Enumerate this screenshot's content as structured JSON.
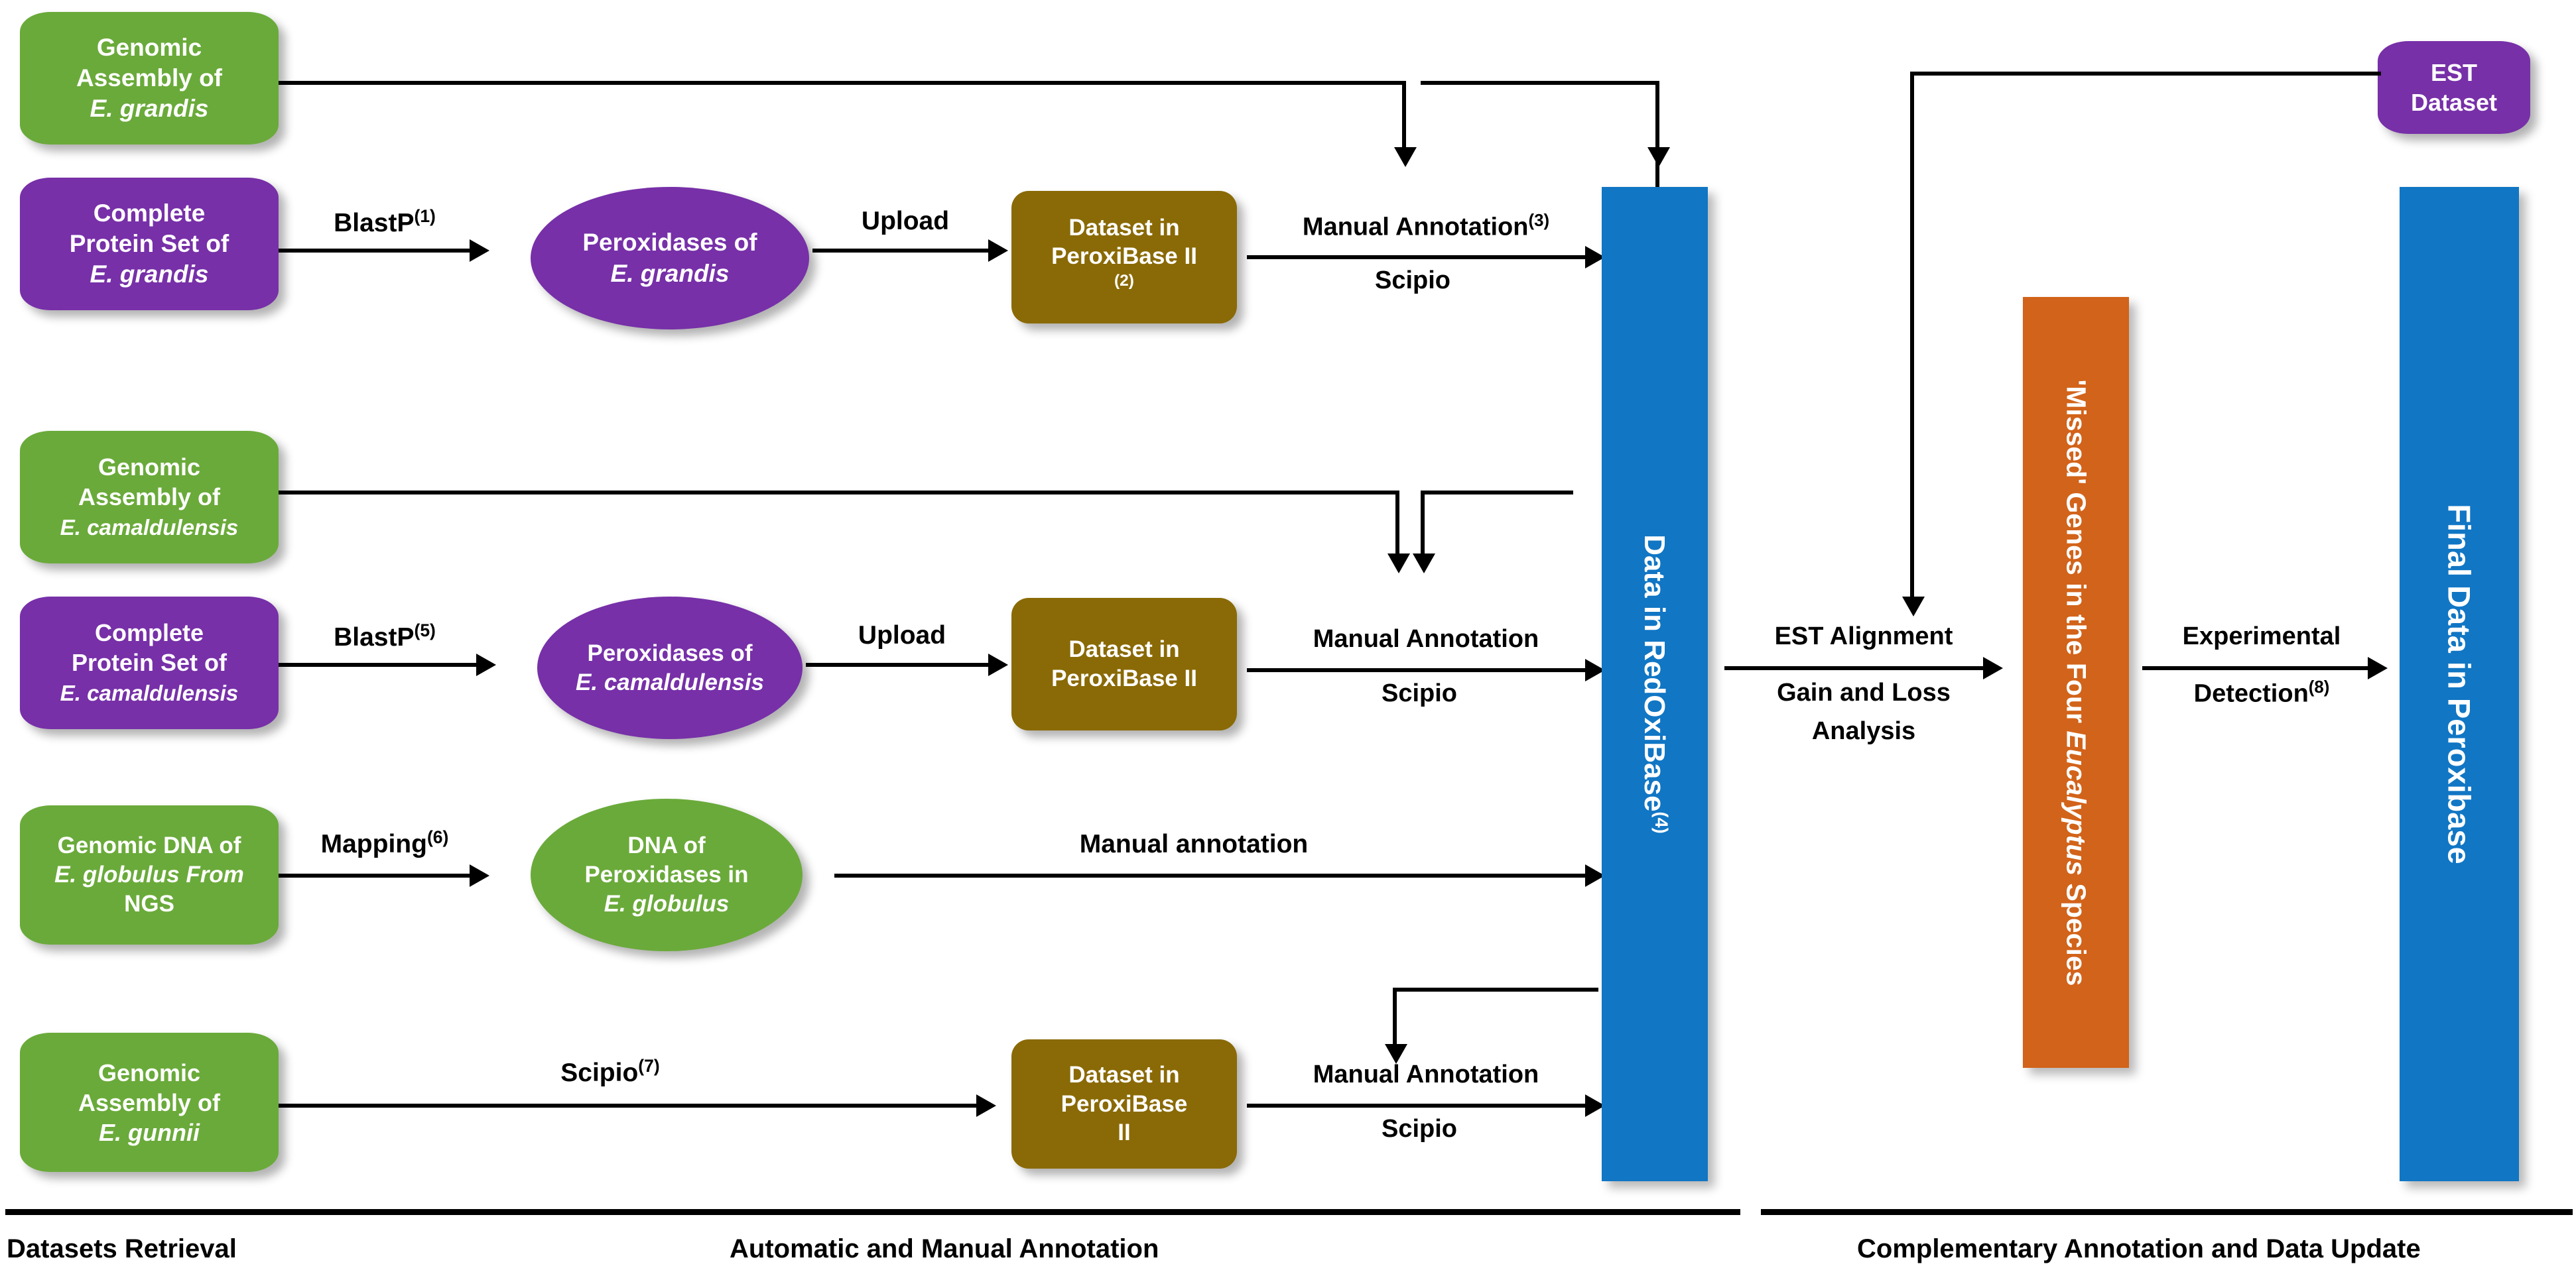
{
  "title": "Eucalyptus peroxidase annotation workflow",
  "colors": {
    "green": "#6aaa3a",
    "purple": "#7730a8",
    "brown": "#8a6a06",
    "blue": "#1176c4",
    "orange": "#d2631a",
    "line": "#000000",
    "text_on_fill": "#ffffff"
  },
  "nodes": {
    "genomic_assembly_grandis": {
      "line1": "Genomic",
      "line2": "Assembly of",
      "line3": "E. grandis"
    },
    "protein_set_grandis": {
      "line1": "Complete",
      "line2": "Protein Set of",
      "line3": "E. grandis"
    },
    "peroxidases_grandis": {
      "line1": "Peroxidases of",
      "line2": "E. grandis"
    },
    "dataset_peroxibase_grandis": {
      "line1": "Dataset in",
      "line2": "PeroxiBase II",
      "sup": "(2)"
    },
    "genomic_assembly_camal": {
      "line1": "Genomic",
      "line2": "Assembly of",
      "line3": "E. camaldulensis"
    },
    "protein_set_camal": {
      "line1": "Complete",
      "line2": "Protein Set of",
      "line3": "E. camaldulensis"
    },
    "peroxidases_camal": {
      "line1": "Peroxidases of",
      "line2": "E.",
      "line3": "camaldulensis"
    },
    "dataset_peroxibase_camal": {
      "line1": "Dataset in",
      "line2": "PeroxiBase II"
    },
    "genomic_dna_globulus": {
      "line1": "Genomic DNA of",
      "line2": "E. globulus From",
      "line3": "NGS"
    },
    "dna_peroxidases_globulus": {
      "line1": "DNA of",
      "line2": "Peroxidases in",
      "line3": "E. globulus"
    },
    "genomic_assembly_gunnii": {
      "line1": "Genomic",
      "line2": "Assembly of",
      "line3": "E. gunnii"
    },
    "dataset_peroxibase_gunnii": {
      "line1": "Dataset in",
      "line2": "PeroxiBase",
      "line3": "II"
    },
    "est_dataset": {
      "line1": "EST",
      "line2": "Dataset"
    },
    "data_redoxibase": {
      "text": "Data in RedOxiBase",
      "sup": "(4)"
    },
    "missed_genes": {
      "pre": "'Missed' Genes in the Four ",
      "italic": "Eucalyptus",
      "post": " Species"
    },
    "final_data_peroxibase": {
      "text": "Final Data in Peroxibase"
    }
  },
  "edges": {
    "blastp_grandis": {
      "line1": "BlastP",
      "sup": "(1)"
    },
    "upload_grandis": {
      "line1": "Upload"
    },
    "manual_annotation_grandis": {
      "line1": "Manual Annotation",
      "sup": "(3)",
      "line2": "Scipio"
    },
    "blastp_camal": {
      "line1": "BlastP",
      "sup": "(5)"
    },
    "upload_camal": {
      "line1": "Upload"
    },
    "manual_annotation_camal": {
      "line1": "Manual Annotation",
      "line2": "Scipio"
    },
    "mapping_globulus": {
      "line1": "Mapping",
      "sup": "(6)"
    },
    "manual_annotation_globulus": {
      "line1": "Manual annotation"
    },
    "scipio_gunnii": {
      "line1": "Scipio",
      "sup": "(7)"
    },
    "manual_annotation_gunnii": {
      "line1": "Manual Annotation",
      "line2": "Scipio"
    },
    "est_alignment": {
      "line1": "EST Alignment",
      "line2": "Gain and Loss",
      "line3": "Analysis"
    },
    "experimental_detection": {
      "line1": "Experimental",
      "line2": "Detection",
      "sup": "(8)"
    }
  },
  "phases": [
    {
      "label": "Datasets Retrieval"
    },
    {
      "label": "Automatic and Manual Annotation"
    },
    {
      "label": "Complementary Annotation and Data Update"
    }
  ]
}
